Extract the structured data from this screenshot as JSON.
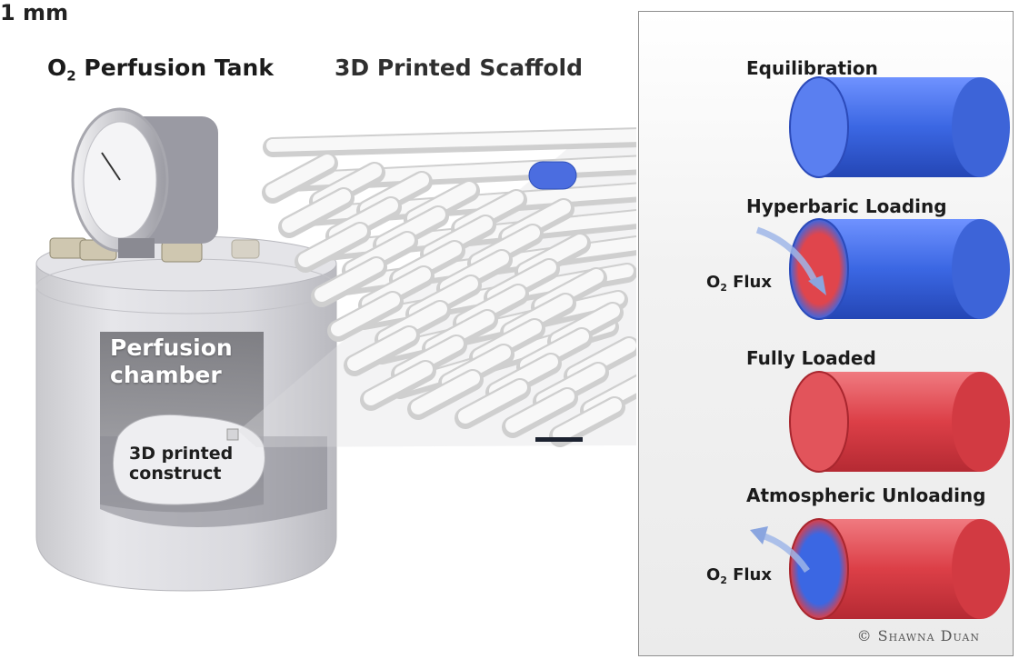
{
  "tank": {
    "title_main": "O",
    "title_sub": "2",
    "title_rest": " Perfusion Tank"
  },
  "chamber": {
    "line1": "Perfusion",
    "line2": "chamber"
  },
  "construct": {
    "line1": "3D printed",
    "line2": "construct"
  },
  "scaffold": {
    "title": "3D Printed Scaffold",
    "scale_label": "1 mm"
  },
  "panel": {
    "stages": [
      {
        "title": "Equilibration"
      },
      {
        "title": "Hyperbaric Loading"
      },
      {
        "title": "Fully Loaded"
      },
      {
        "title": "Atmospheric Unloading"
      }
    ],
    "flux_main": "O",
    "flux_sub": "2",
    "flux_rest": " Flux",
    "credit": "© Shawna Duan"
  },
  "colors": {
    "oxygen_low": "#3b67e3",
    "oxygen_high": "#dc3f47",
    "scaffold": "#f2f2f2"
  }
}
